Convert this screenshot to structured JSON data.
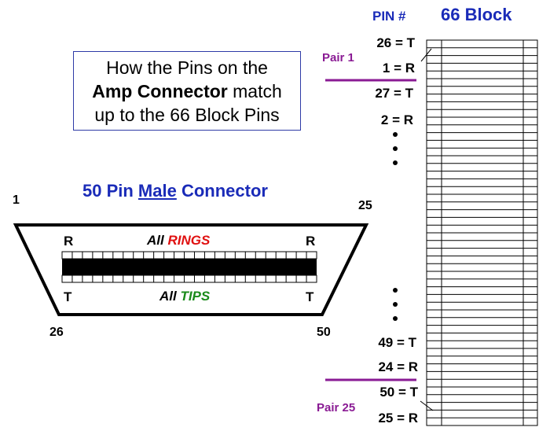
{
  "caption": {
    "line1": "How the Pins on the",
    "line2_bold": "Amp Connector",
    "line2_rest": " match",
    "line3": "up to the 66 Block Pins"
  },
  "connector": {
    "title_pre": "50 Pin ",
    "title_underlined": "Male",
    "title_post": " Connector",
    "pin_top_left": "1",
    "pin_top_right": "25",
    "pin_bottom_left": "26",
    "pin_bottom_right": "50",
    "r_left": "R",
    "r_right": "R",
    "t_left": "T",
    "t_right": "T",
    "rings_prefix": "All ",
    "rings_word": "RINGS",
    "tips_prefix": "All ",
    "tips_word": "TIPS",
    "colors": {
      "rings": "#e01010",
      "tips": "#1a8a1a",
      "outline": "#000000"
    }
  },
  "block": {
    "pin_header": "PIN #",
    "title": "66 Block",
    "pin_labels_top": [
      "26 = T",
      "1 = R",
      "27 = T",
      "2 = R"
    ],
    "pin_labels_bottom": [
      "49 = T",
      "24 = R",
      "50 = T",
      "25 = R"
    ],
    "pair_first": "Pair 1",
    "pair_last": "Pair 25",
    "colors": {
      "pair": "#8a1b94",
      "title": "#1a2bb8"
    }
  }
}
